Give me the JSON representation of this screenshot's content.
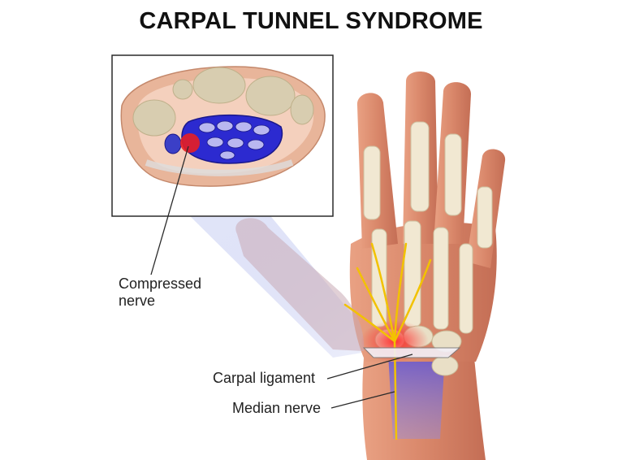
{
  "title": "CARPAL TUNNEL SYNDROME",
  "labels": {
    "compressed_nerve": "Compressed nerve",
    "carpal_ligament": "Carpal ligament",
    "median_nerve": "Median nerve"
  },
  "colors": {
    "skin": "#d9876a",
    "bone": "#e6dcc4",
    "nerve": "#f2c200",
    "inflammation": "#e8202a",
    "tunnel_blue": "#3b3fc7",
    "outline": "#222222"
  }
}
